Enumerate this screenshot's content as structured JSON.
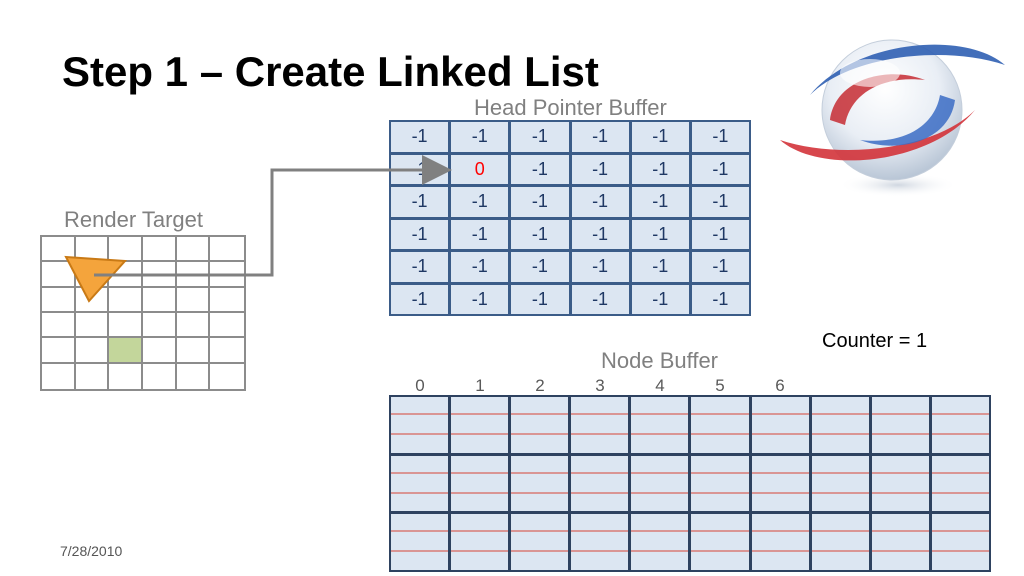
{
  "title": "Step 1 – Create Linked List",
  "render_target": {
    "label": "Render Target",
    "cols": 6,
    "rows": 6,
    "highlight": [
      [
        4,
        2
      ]
    ]
  },
  "head_pointer_buffer": {
    "label": "Head Pointer Buffer",
    "cells": [
      [
        "-1",
        "-1",
        "-1",
        "-1",
        "-1",
        "-1"
      ],
      [
        "-1",
        "0",
        "-1",
        "-1",
        "-1",
        "-1"
      ],
      [
        "-1",
        "-1",
        "-1",
        "-1",
        "-1",
        "-1"
      ],
      [
        "-1",
        "-1",
        "-1",
        "-1",
        "-1",
        "-1"
      ],
      [
        "-1",
        "-1",
        "-1",
        "-1",
        "-1",
        "-1"
      ],
      [
        "-1",
        "-1",
        "-1",
        "-1",
        "-1",
        "-1"
      ]
    ],
    "highlight_value": "0"
  },
  "node_buffer": {
    "label": "Node Buffer",
    "indices": [
      "0",
      "1",
      "2",
      "3",
      "4",
      "5",
      "6"
    ],
    "cols": 10,
    "rows": 3
  },
  "counter": "Counter = 1",
  "date": "7/28/2010",
  "colors": {
    "grid_fill": "#dce6f2",
    "grid_border": "#3b5c88",
    "node_line": "#d99594",
    "highlight_text": "#ff0000",
    "fragment": "#f4a43c",
    "render_cell_fill": "#c3d69b"
  },
  "icons": [
    "triangle-fragment-icon",
    "logo-icon",
    "arrow-icon"
  ]
}
